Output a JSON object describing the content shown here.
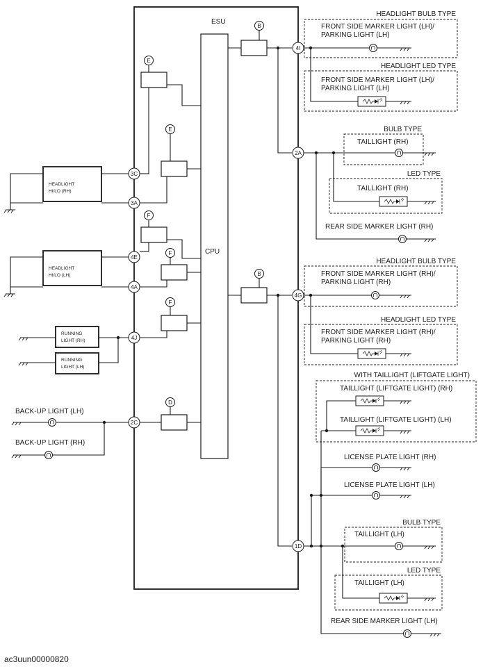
{
  "esu": {
    "label": "ESU",
    "cpu_label": "CPU"
  },
  "relays": {
    "b": "B",
    "e": "E",
    "f": "F",
    "d": "D"
  },
  "terminals": {
    "t4i": "4I",
    "t2a": "2A",
    "t3c": "3C",
    "t3a": "3A",
    "t4e": "4E",
    "t4a": "4A",
    "t4g": "4G",
    "t4j": "4J",
    "t2c": "2C",
    "t1d": "1D"
  },
  "left": {
    "headlight_rh_1": "HEADLIGHT",
    "headlight_rh_2": "HI/LO (RH)",
    "headlight_lh_1": "HEADLIGHT",
    "headlight_lh_2": "HI/LO (LH)",
    "running_rh_1": "RUNNING",
    "running_rh_2": "LIGHT (RH)",
    "running_lh_1": "RUNNING",
    "running_lh_2": "LIGHT (LH)",
    "backup_lh": "BACK-UP LIGHT (LH)",
    "backup_rh": "BACK-UP LIGHT (RH)"
  },
  "right": {
    "hl_bulb_type": "HEADLIGHT BULB TYPE",
    "front_marker_lh_1": "FRONT SIDE MARKER LIGHT (LH)/",
    "front_marker_lh_2": "PARKING LIGHT (LH)",
    "hl_led_type": "HEADLIGHT LED TYPE",
    "front_marker_lh_led_1": "FRONT SIDE MARKER LIGHT (LH)/",
    "front_marker_lh_led_2": "PARKING LIGHT (LH)",
    "bulb_type_1": "BULB TYPE",
    "taillight_rh": "TAILLIGHT (RH)",
    "led_type_1": "LED TYPE",
    "taillight_rh_led": "TAILLIGHT (RH)",
    "rear_marker_rh": "REAR SIDE MARKER LIGHT (RH)",
    "hl_bulb_type_2": "HEADLIGHT BULB TYPE",
    "front_marker_rh_1": "FRONT SIDE MARKER LIGHT (RH)/",
    "front_marker_rh_2": "PARKING LIGHT (RH)",
    "hl_led_type_2": "HEADLIGHT LED TYPE",
    "front_marker_rh_led_1": "FRONT SIDE MARKER LIGHT (RH)/",
    "front_marker_rh_led_2": "PARKING LIGHT (RH)",
    "with_taillight_liftgate": "WITH TAILLIGHT (LIFTGATE LIGHT)",
    "taillight_liftgate_rh": "TAILLIGHT (LIFTGATE LIGHT) (RH)",
    "taillight_liftgate_lh": "TAILLIGHT (LIFTGATE LIGHT) (LH)",
    "license_rh": "LICENSE PLATE LIGHT (RH)",
    "license_lh": "LICENSE PLATE LIGHT (LH)",
    "bulb_type_2": "BULB TYPE",
    "taillight_lh": "TAILLIGHT (LH)",
    "led_type_2": "LED TYPE",
    "taillight_lh_led": "TAILLIGHT (LH)",
    "rear_marker_lh": "REAR SIDE MARKER LIGHT (LH)"
  },
  "figure_id": "ac3uun00000820"
}
